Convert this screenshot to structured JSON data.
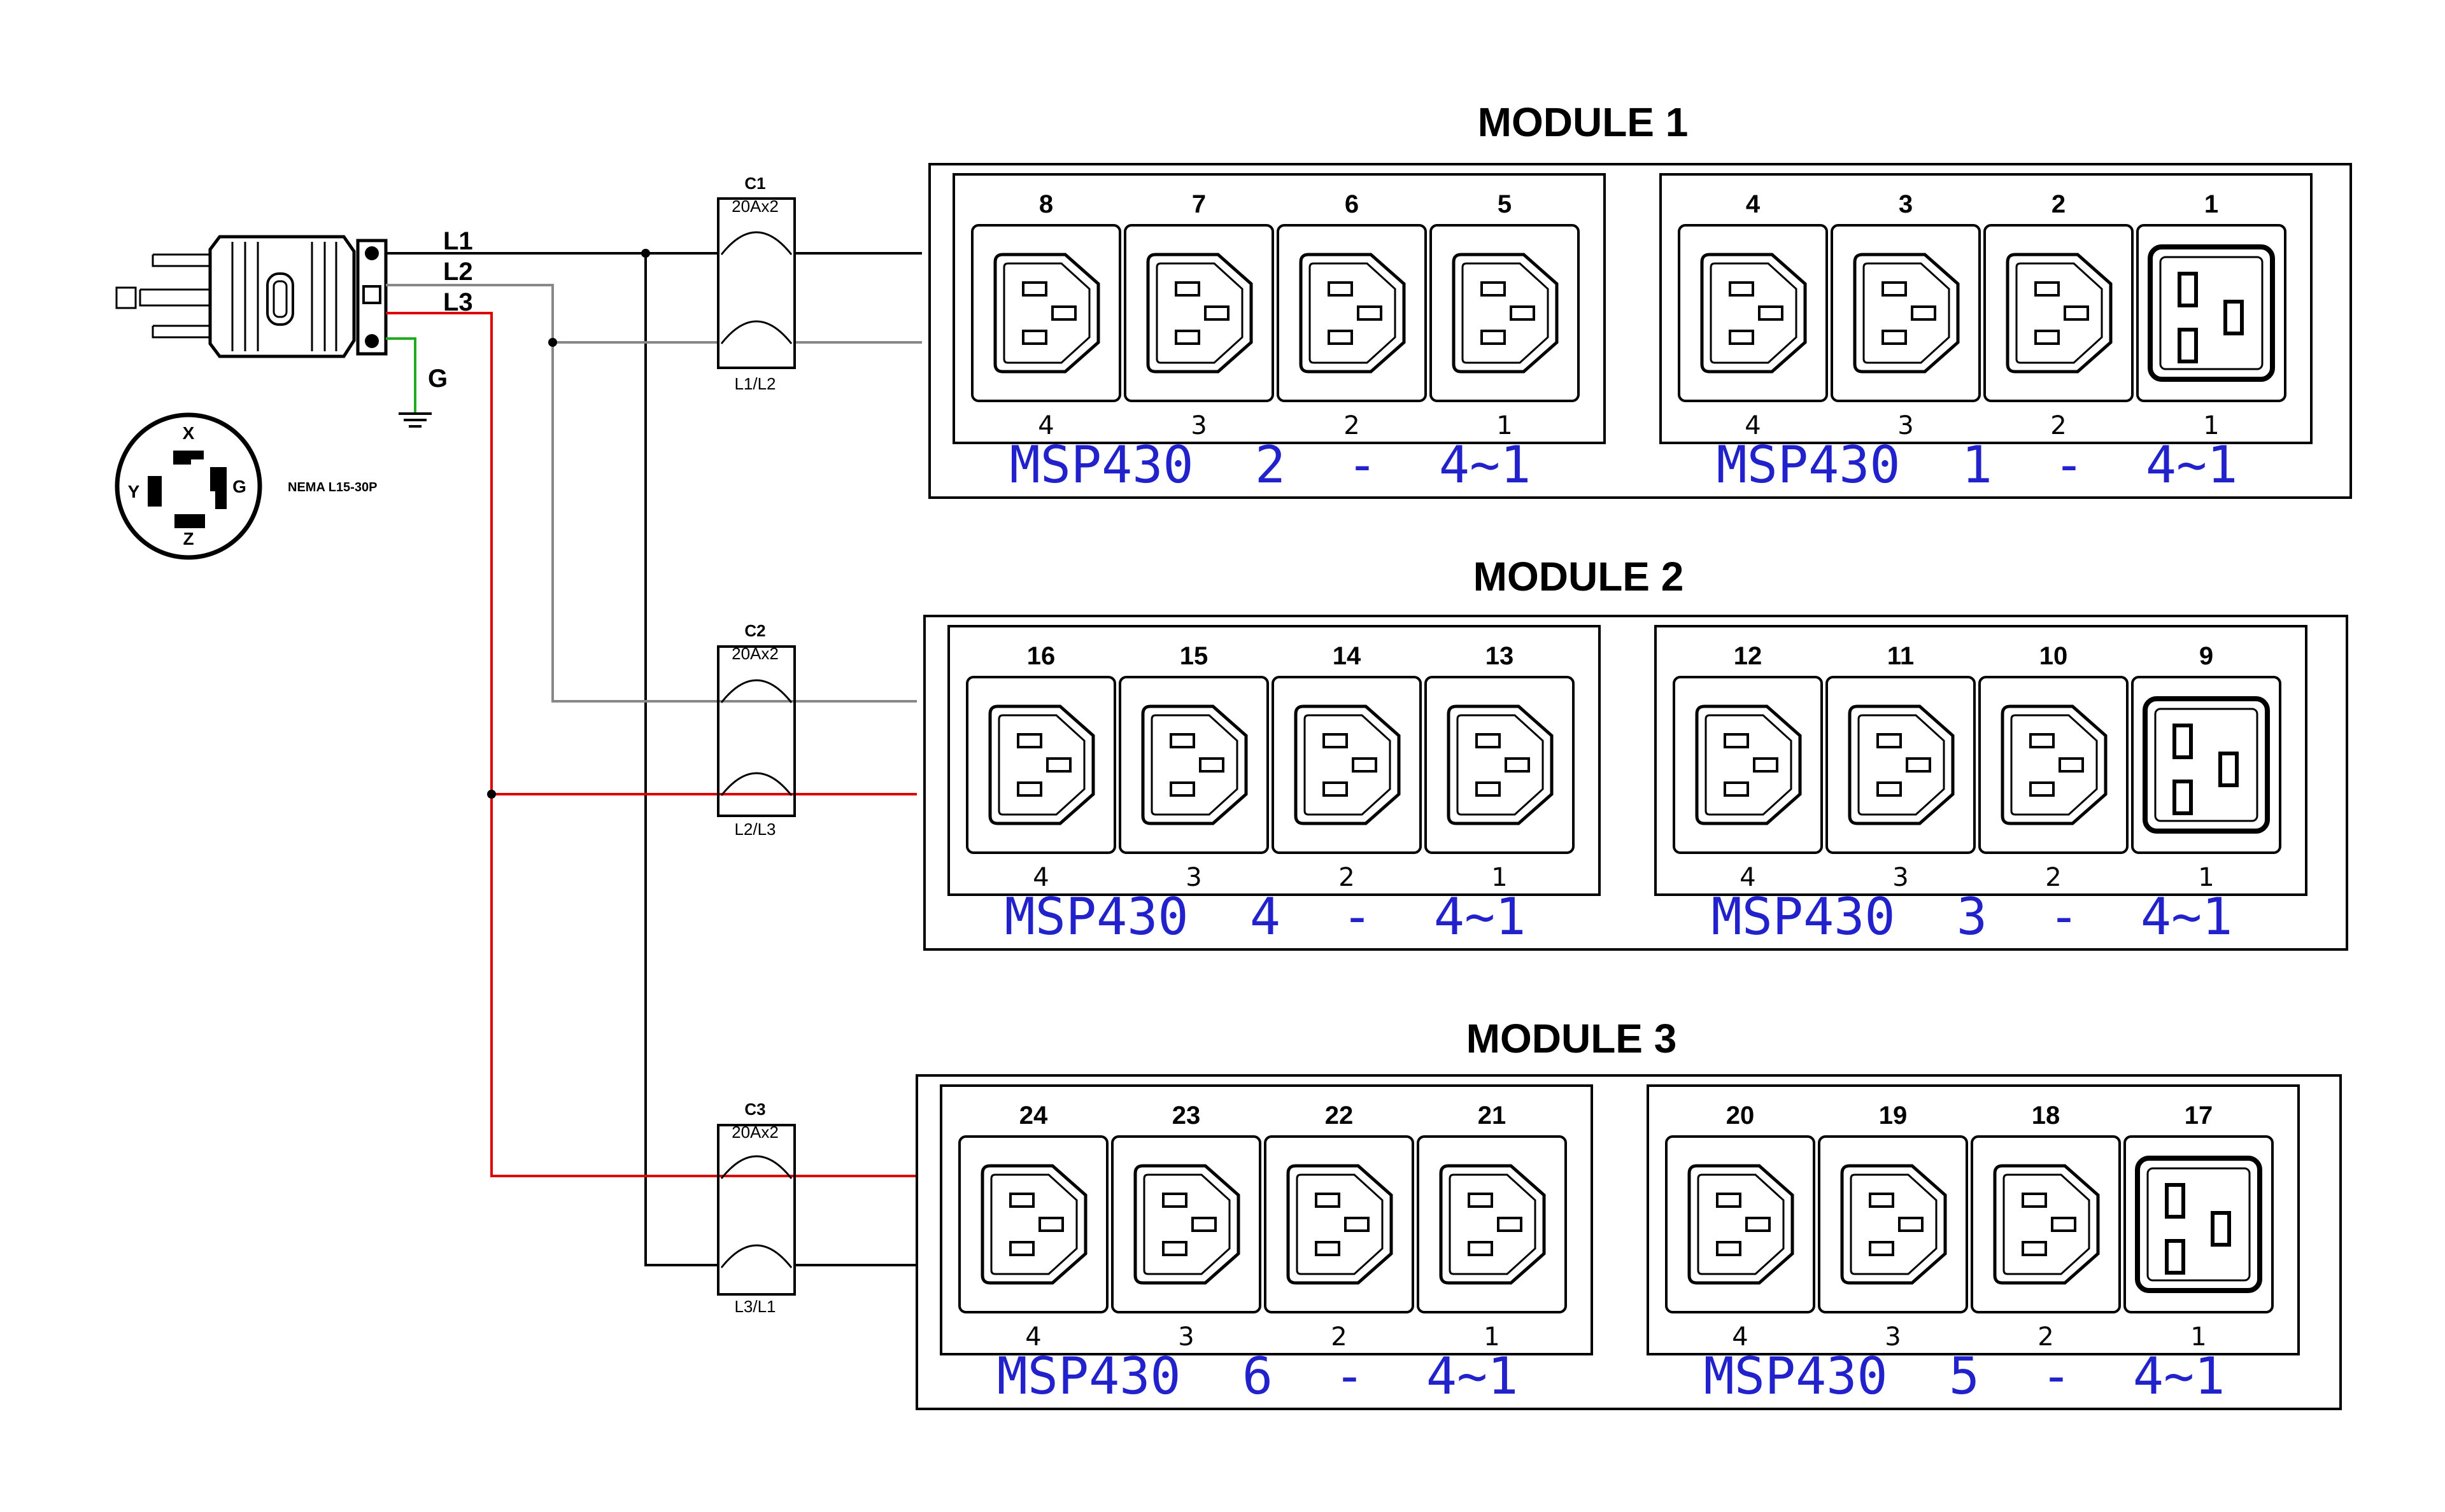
{
  "plug": {
    "line_labels": [
      "L1",
      "L2",
      "L3"
    ],
    "ground_label": "G",
    "receptacle_name": "NEMA L15-30P",
    "pin_letters": {
      "top": "X",
      "left": "Y",
      "right": "G",
      "bottom": "Z"
    }
  },
  "breakers": [
    {
      "id": "C1",
      "rating": "20Ax2",
      "pair": "L1/L2"
    },
    {
      "id": "C2",
      "rating": "20Ax2",
      "pair": "L2/L3"
    },
    {
      "id": "C3",
      "rating": "20Ax2",
      "pair": "L3/L1"
    }
  ],
  "modules": [
    {
      "title": "MODULE 1",
      "strips": [
        {
          "label": "MSP430  2  -  4~1",
          "outlets": [
            "8",
            "7",
            "6",
            "5"
          ],
          "channels": [
            "4",
            "3",
            "2",
            "1"
          ],
          "high_current_last": false
        },
        {
          "label": "MSP430  1  -  4~1",
          "outlets": [
            "4",
            "3",
            "2",
            "1"
          ],
          "channels": [
            "4",
            "3",
            "2",
            "1"
          ],
          "high_current_last": true
        }
      ]
    },
    {
      "title": "MODULE 2",
      "strips": [
        {
          "label": "MSP430  4  -  4~1",
          "outlets": [
            "16",
            "15",
            "14",
            "13"
          ],
          "channels": [
            "4",
            "3",
            "2",
            "1"
          ],
          "high_current_last": false
        },
        {
          "label": "MSP430  3  -  4~1",
          "outlets": [
            "12",
            "11",
            "10",
            "9"
          ],
          "channels": [
            "4",
            "3",
            "2",
            "1"
          ],
          "high_current_last": true
        }
      ]
    },
    {
      "title": "MODULE 3",
      "strips": [
        {
          "label": "MSP430  6  -  4~1",
          "outlets": [
            "24",
            "23",
            "22",
            "21"
          ],
          "channels": [
            "4",
            "3",
            "2",
            "1"
          ],
          "high_current_last": false
        },
        {
          "label": "MSP430  5  -  4~1",
          "outlets": [
            "20",
            "19",
            "18",
            "17"
          ],
          "channels": [
            "4",
            "3",
            "2",
            "1"
          ],
          "high_current_last": true
        }
      ]
    }
  ],
  "colors": {
    "l1_wire": "#000000",
    "l2_wire": "#888888",
    "l3_wire": "#dd0000",
    "ground_wire": "#22aa22",
    "strip_label": "#2222cc"
  }
}
